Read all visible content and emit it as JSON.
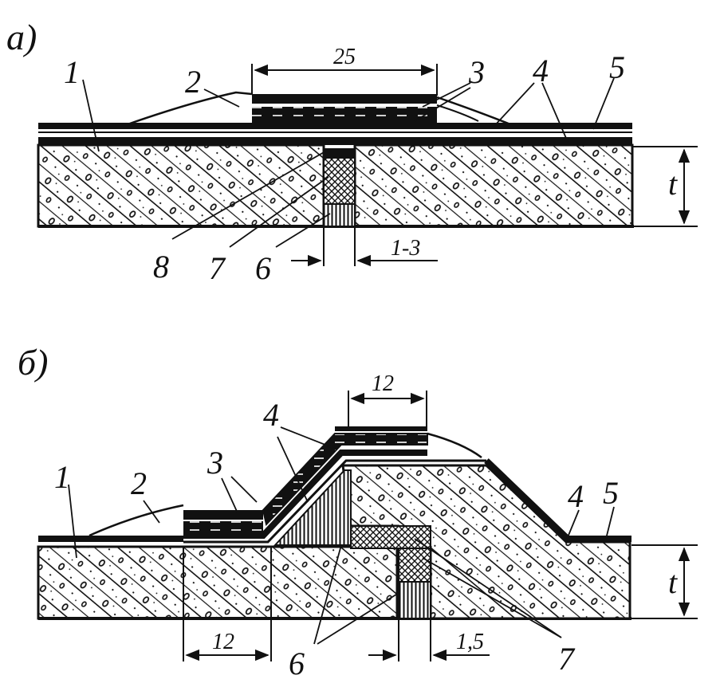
{
  "panels": {
    "a": {
      "title": "а)",
      "callouts": [
        "1",
        "2",
        "3",
        "4",
        "5",
        "8",
        "7",
        "6"
      ],
      "dims": {
        "top": "25",
        "gap": "1-3",
        "thickness": "t"
      }
    },
    "b": {
      "title": "б)",
      "callouts": [
        "1",
        "2",
        "3",
        "4",
        "4",
        "5",
        "6",
        "7"
      ],
      "dims": {
        "top": "12",
        "bottom": "12",
        "gap": "1,5",
        "thickness": "t"
      }
    }
  },
  "colors": {
    "ink": "#111111",
    "paper": "#ffffff"
  }
}
